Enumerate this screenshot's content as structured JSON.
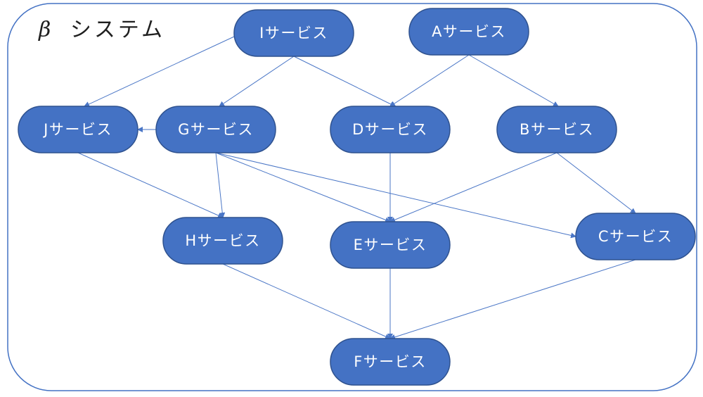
{
  "system": {
    "title_symbol": "β",
    "title_text": "システム"
  },
  "colors": {
    "node_fill": "#4472c4",
    "node_stroke": "#2f528f",
    "edge": "#4a76c6",
    "frame_stroke": "#4472c4"
  },
  "nodes": [
    {
      "id": "I",
      "label": "Iサービス"
    },
    {
      "id": "A",
      "label": "Aサービス"
    },
    {
      "id": "J",
      "label": "Jサービス"
    },
    {
      "id": "G",
      "label": "Gサービス"
    },
    {
      "id": "D",
      "label": "Dサービス"
    },
    {
      "id": "B",
      "label": "Bサービス"
    },
    {
      "id": "H",
      "label": "Hサービス"
    },
    {
      "id": "E",
      "label": "Eサービス"
    },
    {
      "id": "C",
      "label": "Cサービス"
    },
    {
      "id": "F",
      "label": "Fサービス"
    }
  ],
  "edges": [
    {
      "from": "I",
      "to": "J"
    },
    {
      "from": "I",
      "to": "G"
    },
    {
      "from": "I",
      "to": "D"
    },
    {
      "from": "A",
      "to": "D"
    },
    {
      "from": "A",
      "to": "B"
    },
    {
      "from": "G",
      "to": "J"
    },
    {
      "from": "G",
      "to": "H"
    },
    {
      "from": "G",
      "to": "E"
    },
    {
      "from": "G",
      "to": "C"
    },
    {
      "from": "J",
      "to": "H"
    },
    {
      "from": "D",
      "to": "E"
    },
    {
      "from": "B",
      "to": "E"
    },
    {
      "from": "B",
      "to": "C"
    },
    {
      "from": "H",
      "to": "F"
    },
    {
      "from": "E",
      "to": "F"
    },
    {
      "from": "C",
      "to": "F"
    }
  ]
}
